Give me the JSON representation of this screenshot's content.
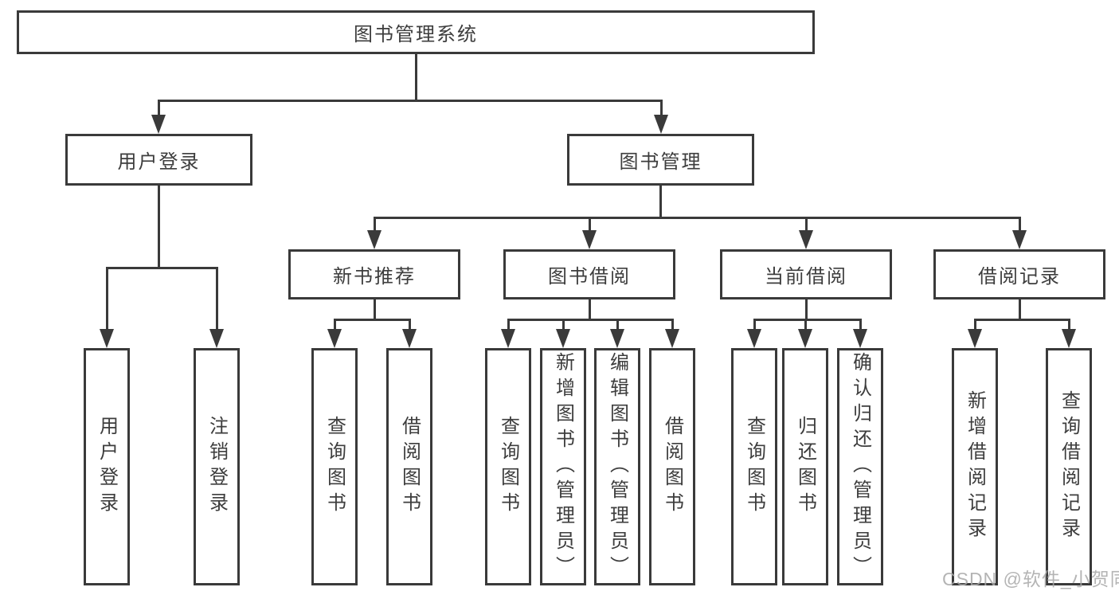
{
  "diagram": {
    "root": {
      "label": "图书管理系统"
    },
    "level2": [
      {
        "label": "用户登录"
      },
      {
        "label": "图书管理"
      }
    ],
    "level3": [
      {
        "label": "新书推荐"
      },
      {
        "label": "图书借阅"
      },
      {
        "label": "当前借阅"
      },
      {
        "label": "借阅记录"
      }
    ],
    "leaves": {
      "user_login": [
        {
          "label": "用户登录"
        },
        {
          "label": "注销登录"
        }
      ],
      "new_book_recommend": [
        {
          "label": "查询图书"
        },
        {
          "label": "借阅图书"
        }
      ],
      "book_borrowing": [
        {
          "label": "查询图书"
        },
        {
          "label": "新增图书（管理员）"
        },
        {
          "label": "编辑图书（管理员）"
        },
        {
          "label": "借阅图书"
        }
      ],
      "current_borrowing": [
        {
          "label": "查询图书"
        },
        {
          "label": "归还图书"
        },
        {
          "label": "确认归还（管理员）"
        }
      ],
      "borrowing_records": [
        {
          "label": "新增借阅记录"
        },
        {
          "label": "查询借阅记录"
        }
      ]
    },
    "watermark": "CSDN @软件_小贺同学",
    "colors": {
      "line": "#3a3a3a",
      "text": "#3d3d3d",
      "background": "#ffffff",
      "watermark": "#a8a8a8"
    }
  }
}
